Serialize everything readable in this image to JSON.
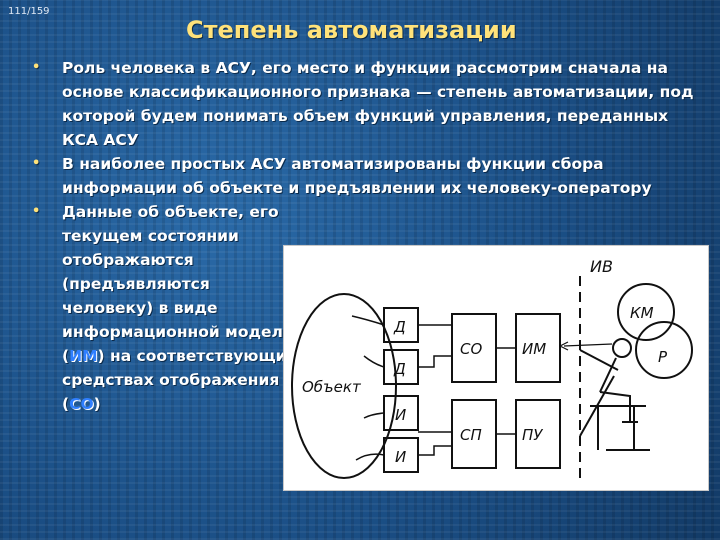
{
  "page_number": "111/159",
  "title": "Степень автоматизации",
  "bullets": [
    "Роль человека в АСУ, его место и функции рассмотрим сначала на основе классификационного признака — степень автоматизации, под которой будем понимать объем функций управления, переданных КСА АСУ",
    "В наиболее простых АСУ автоматизированы функции сбора информации об объекте и предъявлении их человеку-оператору"
  ],
  "bullet3": {
    "text_before_im": "Данные об объекте, его текущем состоянии отображаются (предъявляются человеку) в виде информационной модели (",
    "im": "ИМ",
    "text_middle": ") на соответствующих средствах отображения (",
    "co": "СО",
    "text_end": ")"
  },
  "diagram": {
    "object_label": "Объект",
    "d1": "Д",
    "d2": "Д",
    "i1": "И",
    "i2": "И",
    "co": "СО",
    "im": "ИМ",
    "sp": "СП",
    "pu": "ПУ",
    "iv": "ИВ",
    "km": "КМ",
    "r": "Р"
  },
  "colors": {
    "background": "#1b4f86",
    "title": "#ffe27a",
    "text": "#ffffff",
    "highlight": "#2f7fff"
  }
}
